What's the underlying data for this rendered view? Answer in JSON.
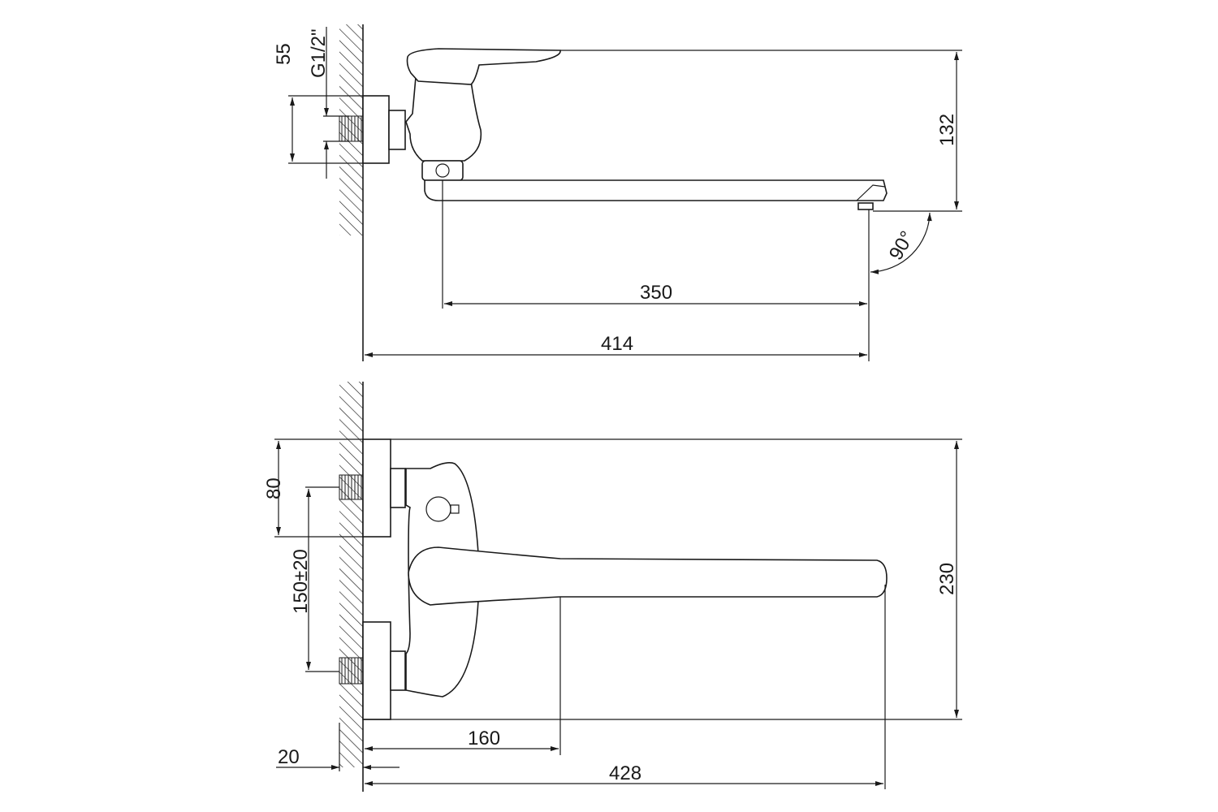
{
  "drawing": {
    "side_view": {
      "dimensions": {
        "mount_height": "55",
        "thread": "G1/2\"",
        "spout_height": "132",
        "spout_reach": "350",
        "total_reach": "414",
        "angle": "90°"
      }
    },
    "top_view": {
      "dimensions": {
        "flange_size": "80",
        "centers": "150±20",
        "total_height": "230",
        "handle_offset": "160",
        "wall_offset": "20",
        "total_length": "428"
      }
    },
    "colors": {
      "line": "#1a1a1a",
      "background": "#ffffff"
    }
  }
}
